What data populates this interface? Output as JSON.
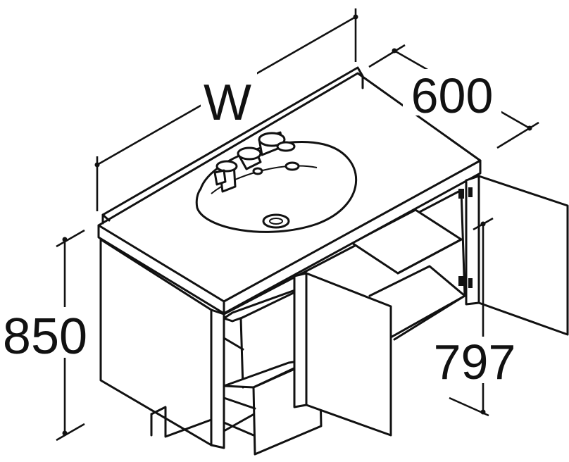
{
  "dimensions": {
    "width": "W",
    "depth": "600",
    "height": "850",
    "inner_height": "797"
  }
}
